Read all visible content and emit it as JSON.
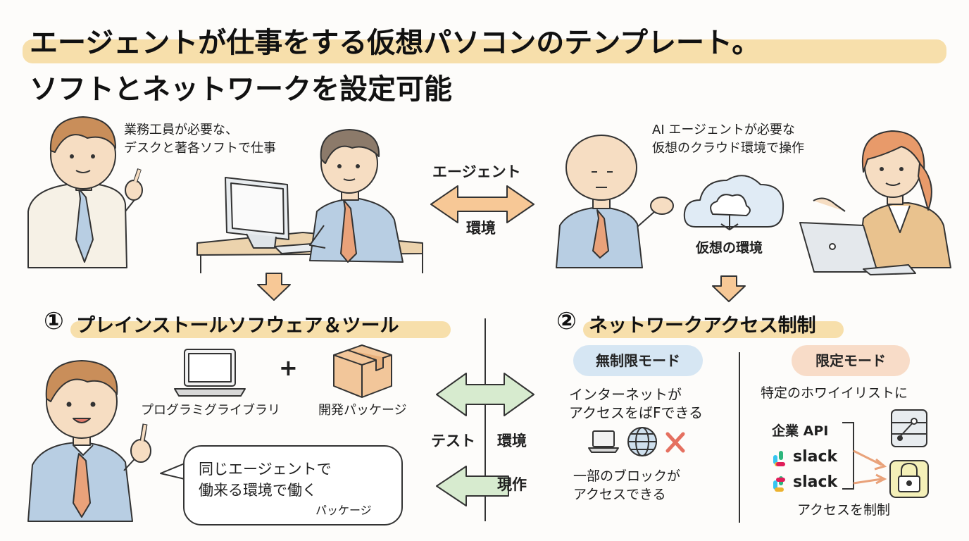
{
  "title": {
    "line1": "エージェントが仕事をする仮想パソコンのテンプレート。",
    "line2": "ソフトとネットワークを設定可能"
  },
  "top_left": {
    "caption_line1": "業務工員が必要な、",
    "caption_line2": "デスクと著各ソフトで仕事"
  },
  "top_center": {
    "label_top": "エージェント",
    "label_bottom": "環境"
  },
  "top_right": {
    "caption_line1": "AI エージェントが必要な",
    "caption_line2": "仮想のクラウド環境で操作",
    "cloud_label": "仮想の環境"
  },
  "section1": {
    "number": "①",
    "heading": "プレインストールソフウェア＆ツール",
    "item1_label": "プログラミグライブラリ",
    "plus": "+",
    "item2_label": "開発パッケージ",
    "bubble_line1": "同じエージェントで",
    "bubble_line2": "働来る環境で働く",
    "bubble_line3": "パッケージ"
  },
  "middle": {
    "test_label": "テスト",
    "env_label": "環境",
    "prod_label": "現作"
  },
  "section2": {
    "number": "②",
    "heading": "ネットワークアクセス制制",
    "unlimited": {
      "badge": "無制限モード",
      "text_line1": "インターネットが",
      "text_line2": "アクセスをばFできる",
      "text_line3": "一部のブロックが",
      "text_line4": "アクセスできる"
    },
    "limited": {
      "badge": "限定モード",
      "text": "特定のホワイイリストに",
      "api_label": "企業 API",
      "slack1": "slack",
      "slack2": "slack",
      "footer": "アクセスを制制"
    }
  },
  "colors": {
    "highlight": "#f7dfab",
    "arrow_orange": "#f7c896",
    "arrow_green": "#d7ebcf",
    "badge_blue": "#d6e6f3",
    "badge_peach": "#f8dcc8",
    "suit_blue": "#b8cee3",
    "tie_orange": "#e9a27a",
    "skin": "#f6ddc2",
    "hair_brown": "#8a5a32",
    "x_red": "#e57060"
  }
}
